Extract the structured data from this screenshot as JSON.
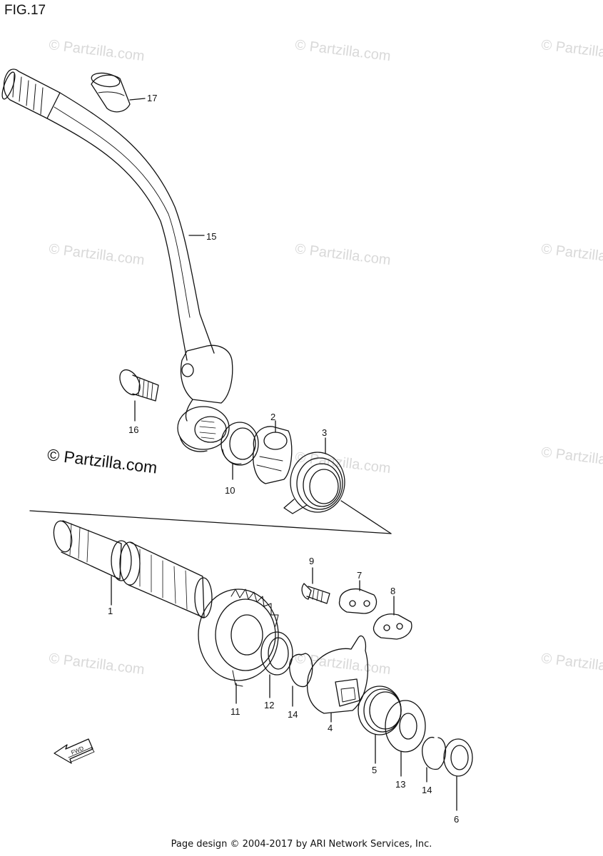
{
  "figure_title": "FIG.17",
  "brand_text": "© Partzilla.com",
  "watermark_text": "© Partzilla.com",
  "footer_text": "Page design © 2004-2017 by ARI Network Services, Inc.",
  "fwd_label": "FWD",
  "callouts": [
    {
      "id": "1",
      "label": "1"
    },
    {
      "id": "2",
      "label": "2"
    },
    {
      "id": "3",
      "label": "3"
    },
    {
      "id": "4",
      "label": "4"
    },
    {
      "id": "5",
      "label": "5"
    },
    {
      "id": "6",
      "label": "6"
    },
    {
      "id": "7",
      "label": "7"
    },
    {
      "id": "8",
      "label": "8"
    },
    {
      "id": "9",
      "label": "9"
    },
    {
      "id": "10",
      "label": "10"
    },
    {
      "id": "11",
      "label": "11"
    },
    {
      "id": "12",
      "label": "12"
    },
    {
      "id": "13",
      "label": "13"
    },
    {
      "id": "14a",
      "label": "14"
    },
    {
      "id": "14b",
      "label": "14"
    },
    {
      "id": "15",
      "label": "15"
    },
    {
      "id": "16",
      "label": "16"
    },
    {
      "id": "17",
      "label": "17"
    }
  ],
  "colors": {
    "line": "#111111",
    "watermark": "#d9d9d9",
    "background": "#ffffff"
  }
}
